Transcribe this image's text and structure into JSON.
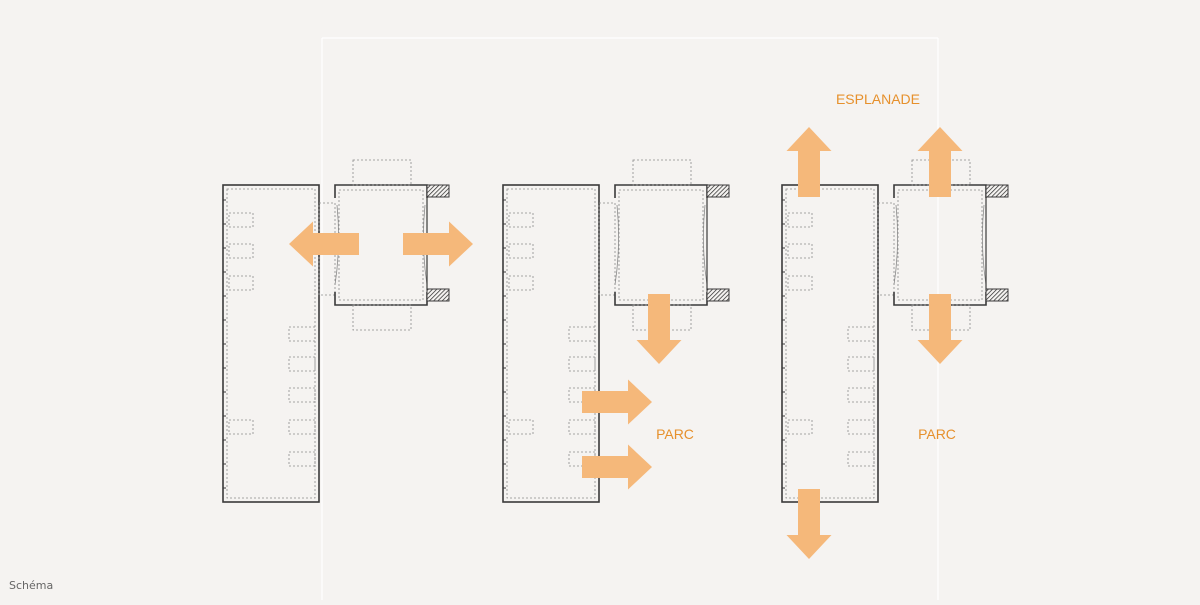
{
  "labels": {
    "esplanade": "ESPLANADE",
    "parc_1": "PARC",
    "parc_2": "PARC"
  },
  "caption": "Schéma",
  "colors": {
    "background": "#f5f3f1",
    "arrow": "#f5b87a",
    "label": "#e6902c",
    "wall": "#3a3a3a",
    "dashed": "#8a8a8a"
  },
  "icons": {
    "arrow": "block-arrow-icon",
    "hatch": "wall-hatch-icon"
  }
}
